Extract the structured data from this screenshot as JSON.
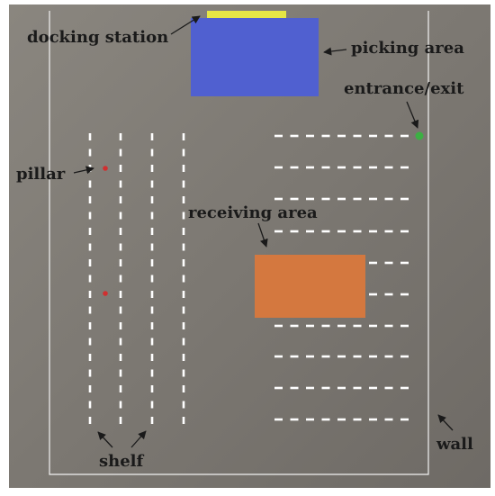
{
  "labels": {
    "docking_station": "docking station",
    "picking_area": "picking area",
    "entrance_exit": "entrance/exit",
    "pillar": "pillar",
    "receiving_area": "receiving area",
    "shelf": "shelf",
    "wall": "wall"
  },
  "colors": {
    "floor_light": "#8a867f",
    "floor_dark": "#6e6a65",
    "wall": "#f2f2f2",
    "shelf": "#ffffff",
    "docking_station": "#e6e645",
    "picking_area": "#5060d0",
    "receiving_area": "#d4783f",
    "entrance_exit": "#3cb043",
    "pillar": "#d03030",
    "text": "#1a1a1a"
  }
}
